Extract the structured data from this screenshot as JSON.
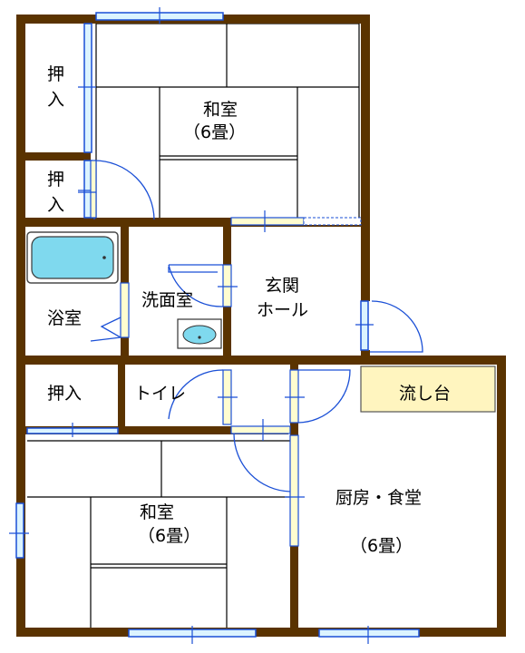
{
  "rooms": {
    "closet_top": "押入",
    "closet_mid": "押入",
    "washitsu_top_name": "和室",
    "washitsu_top_size": "（6畳）",
    "bath": "浴室",
    "washroom": "洗面室",
    "entrance_line1": "玄関",
    "entrance_line2": "ホール",
    "closet_bottom": "押入",
    "toilet": "トイレ",
    "sink": "流し台",
    "washitsu_bottom_name": "和室",
    "washitsu_bottom_size": "（6畳）",
    "kitchen_name": "厨房・食堂",
    "kitchen_size": "（6畳）"
  },
  "colors": {
    "wall": "#5a3300",
    "window": "#1a4fd6",
    "bathtub": "#7fd9ee",
    "sink_counter": "#fff5bf"
  }
}
